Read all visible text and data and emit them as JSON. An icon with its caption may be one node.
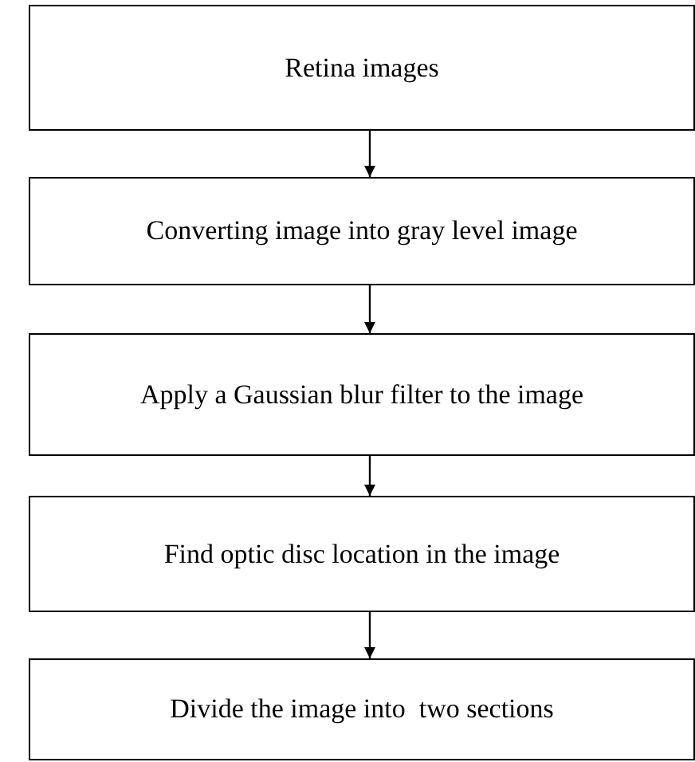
{
  "diagram": {
    "nodes": [
      {
        "text": [
          "Retina images"
        ]
      },
      {
        "text": [
          "Converting image into gray level image"
        ]
      },
      {
        "text": [
          "Apply a Gaussian blur filter to the image"
        ]
      },
      {
        "text": [
          "Find optic disc location in the image"
        ]
      },
      {
        "text": [
          "Divide the image into  two sections"
        ]
      }
    ],
    "edges": [
      {
        "from": 0,
        "to": 1,
        "arrow": "to"
      },
      {
        "from": 1,
        "to": 2,
        "arrow": "to"
      },
      {
        "from": 2,
        "to": 3,
        "arrow": "to"
      },
      {
        "from": 3,
        "to": 4,
        "arrow": "to"
      }
    ]
  }
}
